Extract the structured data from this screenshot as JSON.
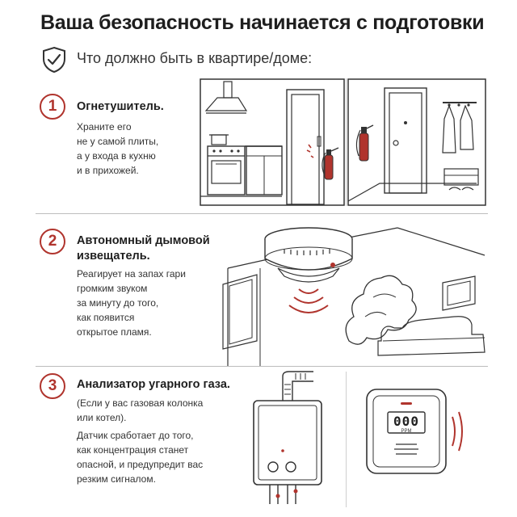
{
  "header": {
    "title": "Ваша безопасность начинается с подготовки",
    "subtitle": "Что должно быть в квартире/доме:"
  },
  "sections": [
    {
      "number": "1",
      "title_lines": [
        "Огнетушитель."
      ],
      "desc_lines": [
        "Храните его",
        "не у самой плиты,",
        "а у входа в кухню",
        "и в прихожей."
      ]
    },
    {
      "number": "2",
      "title_lines": [
        "Автономный дымовой",
        "извещатель."
      ],
      "desc_lines": [
        "Реагирует на запах гари",
        "громким звуком",
        "за минуту до того,",
        "как появится",
        "открытое пламя."
      ]
    },
    {
      "number": "3",
      "title_lines": [
        "Анализатор угарного газа."
      ],
      "desc_lines": [
        "(Если у вас газовая колонка",
        "или котел)."
      ],
      "desc2_lines": [
        "Датчик сработает до того,",
        "как концентрация станет",
        "опасной, и предупредит вас",
        "резким сигналом."
      ]
    }
  ],
  "detector": {
    "display": "000",
    "unit": "PPM"
  },
  "colors": {
    "accent": "#b0342d",
    "line": "#333333",
    "divider": "#bdbdbd"
  },
  "icons": [
    "shield-check-icon"
  ]
}
